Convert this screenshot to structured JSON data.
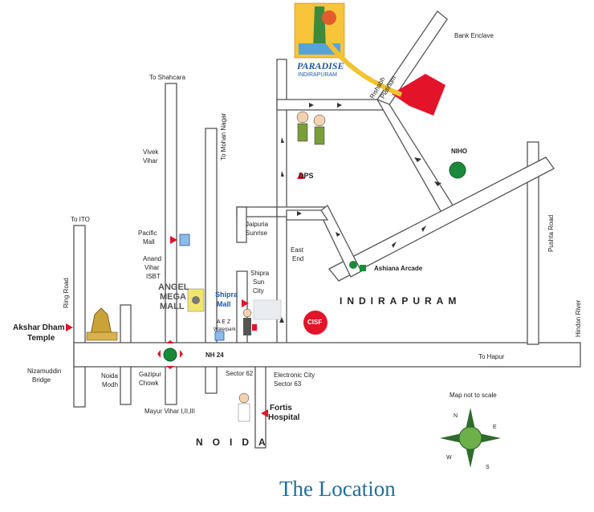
{
  "title": "The Location",
  "brand": {
    "name": "PARADISE",
    "sub": "INDIRAPURAM"
  },
  "note": "Map not to scale",
  "colors": {
    "road_border": "#555555",
    "paradise_site": "#e3132a",
    "marker_green": "#1a8a3a",
    "cisf_red": "#e3132a",
    "title_blue": "#1f6f9e",
    "label_blue": "#2158a6"
  },
  "landmarks": {
    "dps": "DPS",
    "niho": "NIHO",
    "cisf": "CISF",
    "ashiana": "Ashiana Arcade",
    "akshar_line1": "Akshar Dham",
    "akshar_line2": "Temple",
    "angel_line1": "ANGEL",
    "angel_line2": "MEGA",
    "angel_line3": "MALL",
    "shipra_line1": "Shipra",
    "shipra_line2": "Mall",
    "fortis_line1": "Fortis",
    "fortis_line2": "Hospital"
  },
  "areas": {
    "indirapuram": "INDIRAPURAM",
    "noida": "NOIDA"
  },
  "labels": {
    "bank_enclave": "Bank Enclave",
    "rishabh": "Rishabh",
    "platinum": "Platinum",
    "to_shahdara": "To Shahcara",
    "to_mohan_nagar": "To Mohan Nagar",
    "vivek_vihar_1": "Vivek",
    "vivek_vihar_2": "Vihar",
    "to_ito": "To ITO",
    "pacific_1": "Pacific",
    "pacific_2": "Mall",
    "anand_1": "Anand",
    "anand_2": "Vihar",
    "anand_3": "ISBT",
    "jaipuria_1": "Jaipuria",
    "jaipuria_2": "Sunrise",
    "east_end_1": "East",
    "east_end_2": "End",
    "shipra_sun_1": "Shipra",
    "shipra_sun_2": "Sun",
    "shipra_sun_3": "City",
    "aez_1": "A E Z",
    "aez_2": "Waterpark",
    "ring_road": "Ring Road",
    "pushta_road": "Pushta Road",
    "hindon_river": "Hindon River",
    "nh24": "NH 24",
    "to_hapur": "To Hapur",
    "nizamuddin_1": "Nizamuddin",
    "nizamuddin_2": "Bridge",
    "noida_modh_1": "Noida",
    "noida_modh_2": "Modh",
    "gazipur_1": "Gazipur",
    "gazipur_2": "Chowk",
    "sector62": "Sector 62",
    "electronic_1": "Electronic City",
    "electronic_2": "Sector 63",
    "mayur_vihar": "Mayur Vihar I,II,III"
  },
  "compass": {
    "n": "N",
    "e": "E",
    "s": "S",
    "w": "W"
  }
}
